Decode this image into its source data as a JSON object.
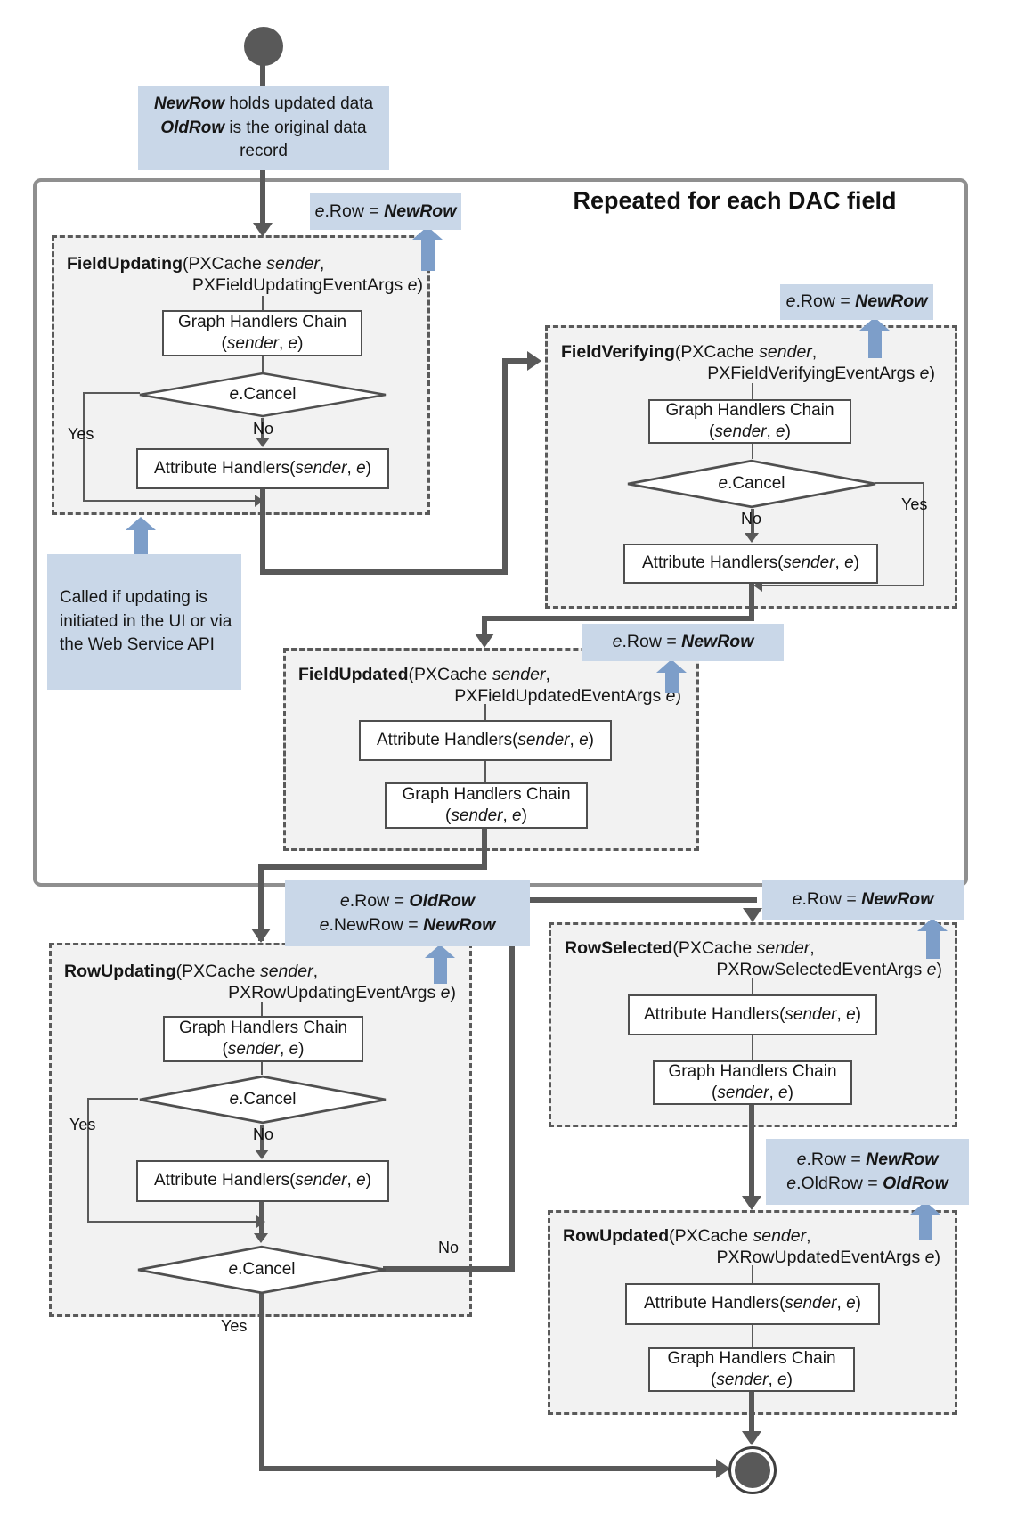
{
  "title": "Repeated for each DAC field",
  "colors": {
    "flow_line": "#595959",
    "dashed_border": "#5a5a5a",
    "event_box_bg": "#f2f2f2",
    "note_bg": "#c9d7e8",
    "blue_arrow": "#7d9ec9",
    "outer_border": "#8f8f8f"
  },
  "common": {
    "graph_chain_label": "Graph Handlers Chain",
    "paren_open": "(",
    "sender": "sender",
    "comma_space": ", ",
    "e": "e",
    "paren_close": ")",
    "attr_label_prefix": "Attribute Handlers(",
    "cancel_suffix": ".Cancel",
    "yes": "Yes",
    "no": "No"
  },
  "notes": {
    "start": {
      "line1_bold": "NewRow",
      "line1_rest": " holds updated data",
      "line2_bold": "OldRow",
      "line2_rest": " is the original data record"
    },
    "side": "Called if updating is initiated in the UI or via the Web Service API"
  },
  "annotations": {
    "field_updating": {
      "rows": [
        {
          "e": "e",
          "mid": ".Row = ",
          "val": "NewRow"
        }
      ]
    },
    "field_verifying": {
      "rows": [
        {
          "e": "e",
          "mid": ".Row = ",
          "val": "NewRow"
        }
      ]
    },
    "field_updated": {
      "rows": [
        {
          "e": "e",
          "mid": ".Row = ",
          "val": "NewRow"
        }
      ]
    },
    "row_updating": {
      "rows": [
        {
          "e": "e",
          "mid": ".Row = ",
          "val": "OldRow"
        },
        {
          "e": "e",
          "mid": ".NewRow = ",
          "val": "NewRow"
        }
      ]
    },
    "row_selected": {
      "rows": [
        {
          "e": "e",
          "mid": ".Row = ",
          "val": "NewRow"
        }
      ]
    },
    "row_updated": {
      "rows": [
        {
          "e": "e",
          "mid": ".Row = ",
          "val": "NewRow"
        },
        {
          "e": "e",
          "mid": ".OldRow = ",
          "val": "OldRow"
        }
      ]
    }
  },
  "events": {
    "field_updating": {
      "name": "FieldUpdating",
      "sig1": "(PXCache ",
      "sig1_it": "sender",
      "sig1_end": ",",
      "sig2": "PXFieldUpdatingEventArgs ",
      "sig2_it": "e",
      "sig2_end": ")"
    },
    "field_verifying": {
      "name": "FieldVerifying",
      "sig1": "(PXCache ",
      "sig1_it": "sender",
      "sig1_end": ",",
      "sig2": "PXFieldVerifyingEventArgs ",
      "sig2_it": "e",
      "sig2_end": ")"
    },
    "field_updated": {
      "name": "FieldUpdated",
      "sig1": "(PXCache ",
      "sig1_it": "sender",
      "sig1_end": ",",
      "sig2": "PXFieldUpdatedEventArgs ",
      "sig2_it": "e",
      "sig2_end": ")"
    },
    "row_updating": {
      "name": "RowUpdating",
      "sig1": "(PXCache ",
      "sig1_it": "sender",
      "sig1_end": ",",
      "sig2": "PXRowUpdatingEventArgs ",
      "sig2_it": "e",
      "sig2_end": ")"
    },
    "row_selected": {
      "name": "RowSelected",
      "sig1": "(PXCache ",
      "sig1_it": "sender",
      "sig1_end": ",",
      "sig2": "PXRowSelectedEventArgs ",
      "sig2_it": "e",
      "sig2_end": ")"
    },
    "row_updated": {
      "name": "RowUpdated",
      "sig1": "(PXCache ",
      "sig1_it": "sender",
      "sig1_end": ",",
      "sig2": "PXRowUpdatedEventArgs ",
      "sig2_it": "e",
      "sig2_end": ")"
    }
  }
}
